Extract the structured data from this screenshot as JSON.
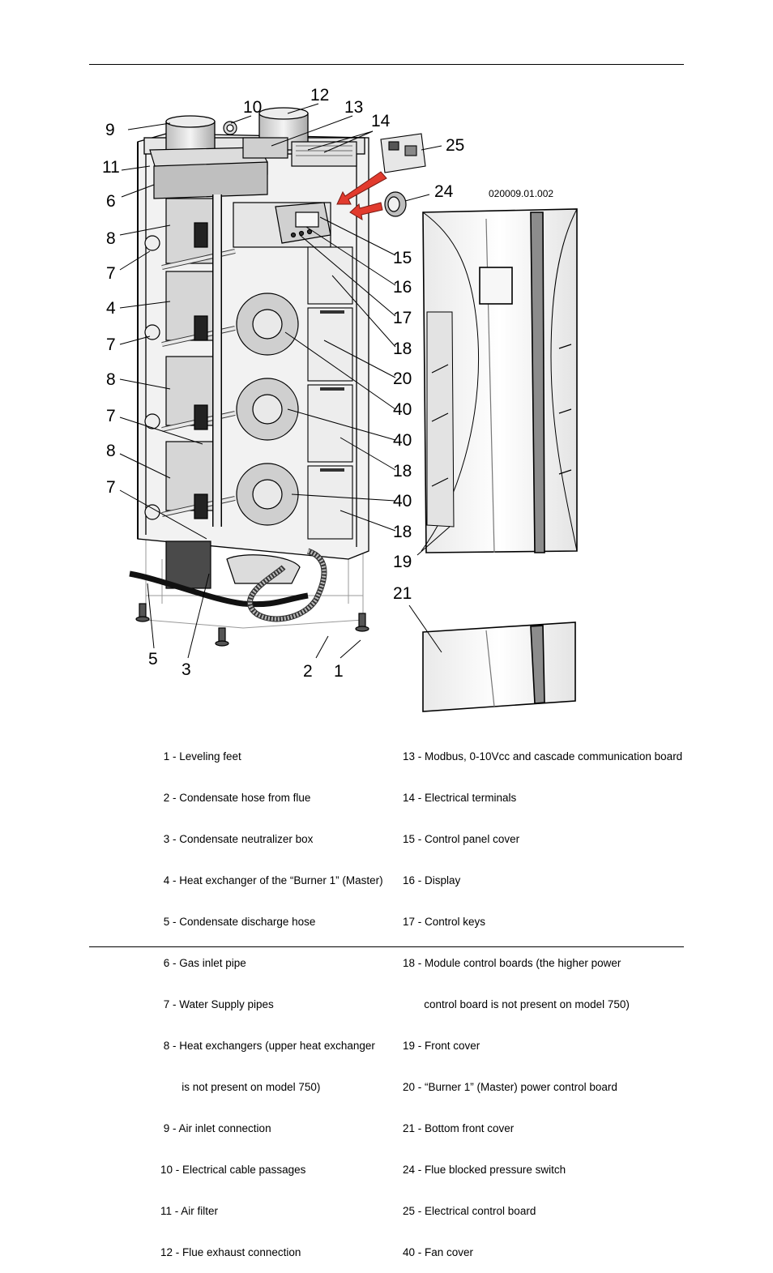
{
  "drawing_ref": "020009.01.002",
  "callouts": {
    "c9": "9",
    "c10": "10",
    "c12": "12",
    "c13": "13",
    "c14": "14",
    "c25": "25",
    "c24": "24",
    "c11": "11",
    "c6": "6",
    "c8a": "8",
    "c7a": "7",
    "c4": "4",
    "c7b": "7",
    "c8b": "8",
    "c7c": "7",
    "c8c": "8",
    "c7d": "7",
    "c5": "5",
    "c3": "3",
    "c2": "2",
    "c1": "1",
    "c15": "15",
    "c16": "16",
    "c17": "17",
    "c18a": "18",
    "c20": "20",
    "c40a": "40",
    "c40b": "40",
    "c18b": "18",
    "c40c": "40",
    "c18c": "18",
    "c19": "19",
    "c21": "21"
  },
  "legend_left": [
    " 1 - Leveling feet",
    " 2 - Condensate hose from flue",
    " 3 - Condensate neutralizer box",
    " 4 - Heat exchanger of the “Burner 1” (Master)",
    " 5 - Condensate discharge hose",
    " 6 - Gas inlet pipe",
    " 7 - Water Supply pipes",
    " 8 - Heat exchangers (upper heat exchanger",
    "       is not present on model 750)",
    " 9 - Air inlet connection",
    "10 - Electrical cable passages",
    "11 - Air filter",
    "12 - Flue exhaust connection"
  ],
  "legend_right": [
    "13 - Modbus, 0-10Vcc and cascade communication board",
    "14 - Electrical terminals",
    "15 - Control panel cover",
    "16 - Display",
    "17 - Control keys",
    "18 - Module control boards (the higher power",
    "       control board is not present on model 750)",
    "19 - Front cover",
    "20 - “Burner 1” (Master) power control board",
    "21 - Bottom front cover",
    "24 - Flue blocked pressure switch",
    "25 - Electrical control board",
    "40 - Fan cover"
  ],
  "colors": {
    "arrow": "#e23b2e",
    "line": "#000000",
    "metal": "#d9d9d9",
    "shade": "#8c8c8c"
  }
}
